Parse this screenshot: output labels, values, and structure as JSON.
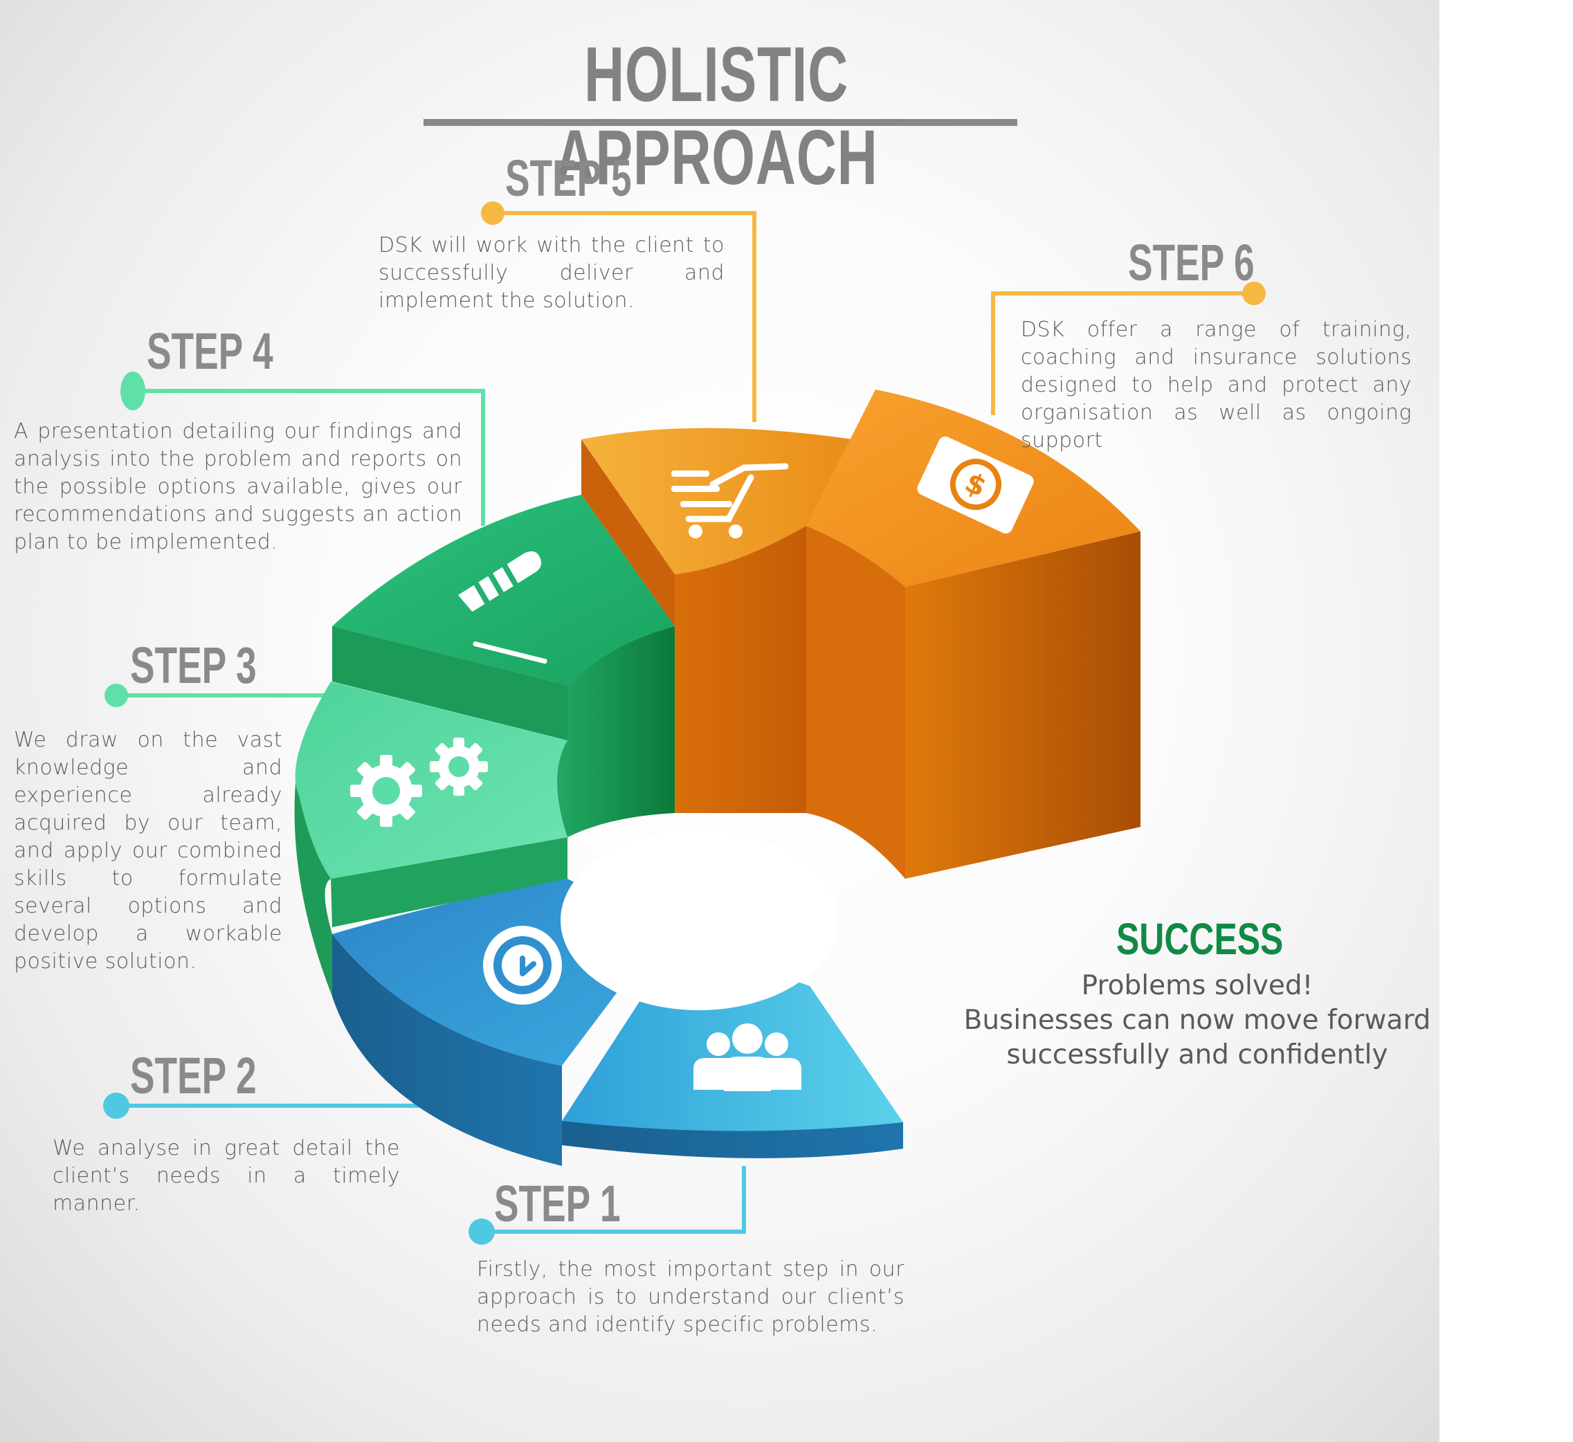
{
  "title": "HOLISTIC APPROACH",
  "steps": [
    {
      "label": "STEP 1",
      "text": "Firstly, the most important step in our approach is to understand our client’s needs and identify specific problems.",
      "color": "#4fc9e3",
      "icon": "team-icon"
    },
    {
      "label": "STEP 2",
      "text": "We analyse in great detail the client’s needs in a timely manner.",
      "color": "#4fc9e3",
      "icon": "clock-icon"
    },
    {
      "label": "STEP 3",
      "text": "We draw on the vast knowledge and experience already acquired by our team, and apply our combined skills to formulate several options and develop a workable positive solution.",
      "color": "#5fe0a8",
      "icon": "gears-icon"
    },
    {
      "label": "STEP 4",
      "text": "A presentation detailing our findings and analysis into the problem and reports on the possible options available, gives our recommendations and suggests an action plan to be implemented.",
      "color": "#5fe0a8",
      "icon": "pencil-icon"
    },
    {
      "label": "STEP 5",
      "text": "DSK will work with the client to successfully deliver and implement the solution.",
      "color": "#f5b942",
      "icon": "cart-icon"
    },
    {
      "label": "STEP 6",
      "text": "DSK offer a range of training, coaching and insurance solutions designed to help and protect any organisation as well as ongoing support",
      "color": "#f5b942",
      "icon": "dollar-bill-icon"
    }
  ],
  "success": {
    "heading": "SUCCESS",
    "line1": "Problems solved!",
    "line2": "Businesses can now move forward",
    "line3": "successfully and confidently"
  }
}
